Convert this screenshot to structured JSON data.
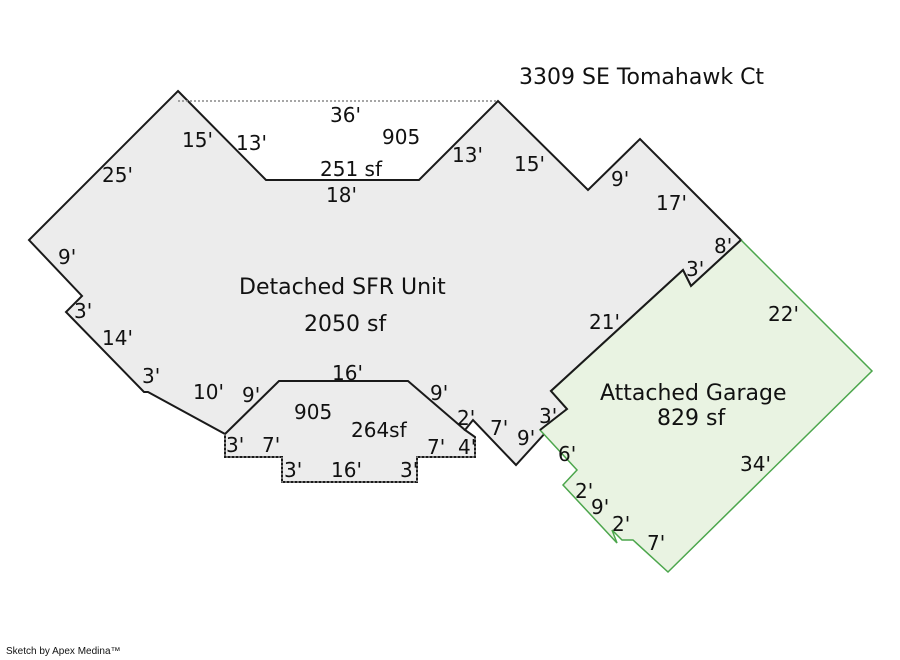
{
  "address": "3309 SE Tomahawk Ct",
  "credit": "Sketch by Apex Medina™",
  "colors": {
    "house_fill": "#ececec",
    "house_stroke": "#1a1a1a",
    "garage_fill": "#e9f3e2",
    "garage_stroke": "#4ca64c",
    "addition_stroke": "#888888"
  },
  "house": {
    "name": "Detached SFR Unit",
    "area": "2050 sf",
    "dims": {
      "d25": "25'",
      "d15a": "15'",
      "d13a": "13'",
      "d36": "36'",
      "d905a": "905",
      "d251": "251 sf",
      "d18": "18'",
      "d13b": "13'",
      "d15b": "15'",
      "d9a": "9'",
      "d17": "17'",
      "d8": "8'",
      "d3a": "3'",
      "d21": "21'",
      "d9b": "9'",
      "d3b": "3'",
      "d14": "14'",
      "d3c": "3'",
      "d10": "10'",
      "d9c": "9'",
      "d16a": "16'",
      "d9d": "9'",
      "d905b": "905",
      "d264": "264sf",
      "d2a": "2'",
      "d7a": "7'",
      "d3d": "3'",
      "d9e": "9'",
      "d3e": "3'",
      "d7b": "7'",
      "d7c": "7'",
      "d4": "4'",
      "d3f": "3'",
      "d16b": "16'",
      "d3g": "3'"
    }
  },
  "garage": {
    "name": "Attached Garage",
    "area": "829 sf",
    "dims": {
      "d22": "22'",
      "d34": "34'",
      "d6": "6'",
      "d2a": "2'",
      "d9": "9'",
      "d2b": "2'",
      "d7": "7'"
    }
  }
}
